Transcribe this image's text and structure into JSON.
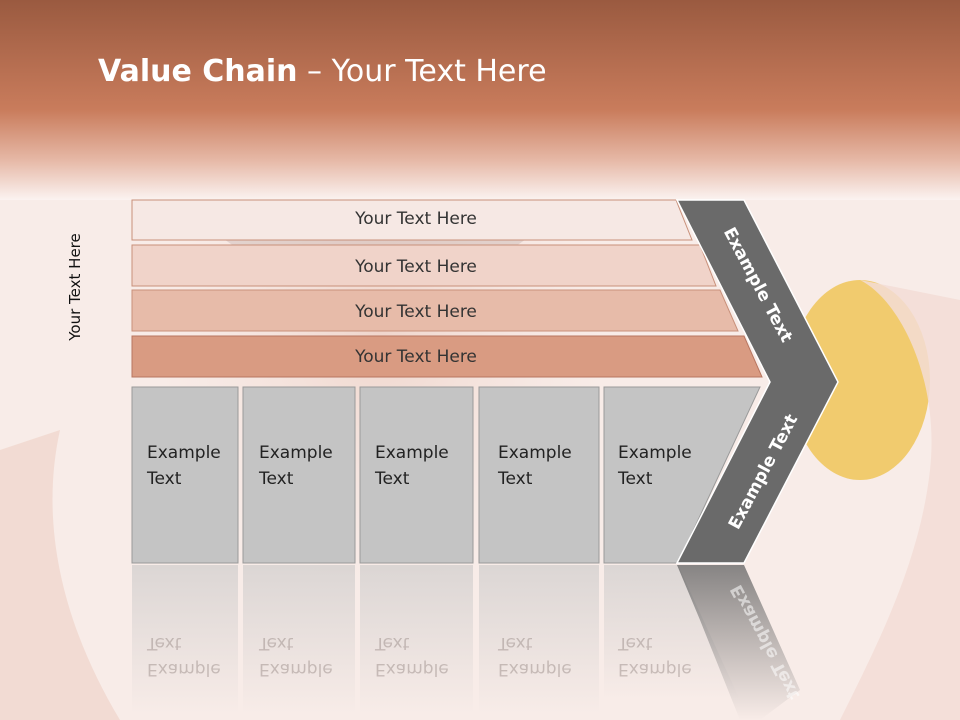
{
  "slide": {
    "title_bold": "Value Chain",
    "title_rest": " – Your Text Here",
    "vertical_label": "Your Text Here",
    "rows": [
      "Your Text Here",
      "Your Text Here",
      "Your Text Here",
      "Your Text Here"
    ],
    "boxes": [
      {
        "line1": "Example",
        "line2": "Text"
      },
      {
        "line1": "Example",
        "line2": "Text"
      },
      {
        "line1": "Example",
        "line2": "Text"
      },
      {
        "line1": "Example",
        "line2": "Text"
      },
      {
        "line1": "Example",
        "line2": "Text"
      }
    ],
    "chevron_top_label": "Example Text",
    "chevron_bottom_label": "Example Text"
  },
  "colors": {
    "header": "#c07a5e",
    "row1": "#f6e8e4",
    "row2": "#f0d3c9",
    "row3": "#e7bba9",
    "row4": "#d99b82",
    "box": "#c4c4c4",
    "chevron": "#6a6a6a"
  }
}
